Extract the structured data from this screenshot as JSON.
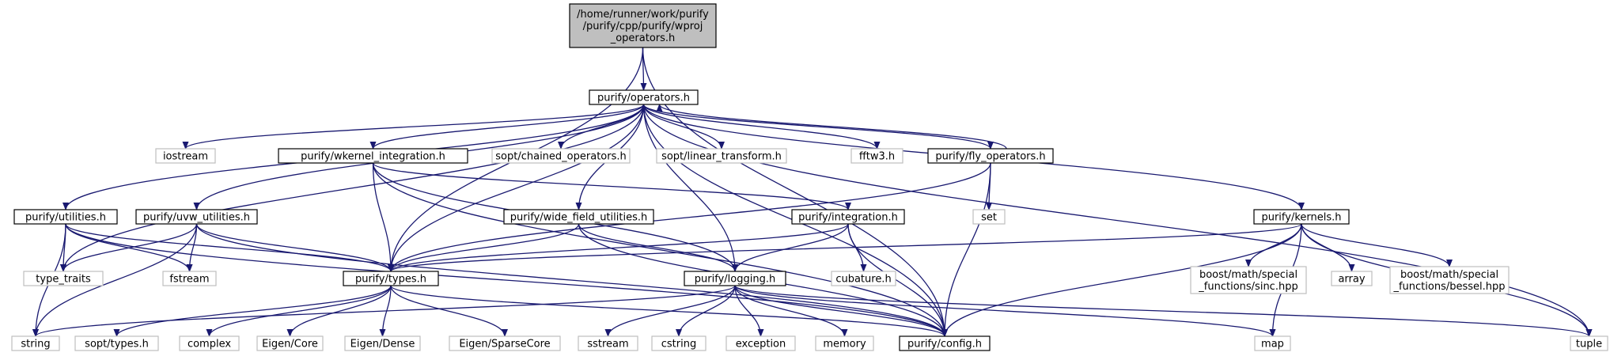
{
  "colors": {
    "edge": "#191970",
    "root_fill": "#bfbfbf",
    "root_border": "#000000",
    "linked_fill": "#ffffff",
    "linked_border": "#000000",
    "external_border": "#bfbfbf",
    "external_text": "#000000"
  },
  "nodes": [
    {
      "id": "root",
      "kind": "root",
      "lines": [
        "/home/runner/work/purify",
        "/purify/cpp/purify/wproj",
        "_operators.h"
      ]
    },
    {
      "id": "operators",
      "kind": "linked",
      "lines": [
        "purify/operators.h"
      ]
    },
    {
      "id": "iostream",
      "kind": "external",
      "lines": [
        "iostream"
      ]
    },
    {
      "id": "wkernel",
      "kind": "linked",
      "lines": [
        "purify/wkernel_integration.h"
      ]
    },
    {
      "id": "chained",
      "kind": "external",
      "lines": [
        "sopt/chained_operators.h"
      ]
    },
    {
      "id": "lintrans",
      "kind": "external",
      "lines": [
        "sopt/linear_transform.h"
      ]
    },
    {
      "id": "fftw3",
      "kind": "external",
      "lines": [
        "fftw3.h"
      ]
    },
    {
      "id": "fly",
      "kind": "linked",
      "lines": [
        "purify/fly_operators.h"
      ]
    },
    {
      "id": "set",
      "kind": "external",
      "lines": [
        "set"
      ]
    },
    {
      "id": "utilities",
      "kind": "linked",
      "lines": [
        "purify/utilities.h"
      ]
    },
    {
      "id": "uvw",
      "kind": "linked",
      "lines": [
        "purify/uvw_utilities.h"
      ]
    },
    {
      "id": "widefield",
      "kind": "linked",
      "lines": [
        "purify/wide_field_utilities.h"
      ]
    },
    {
      "id": "integration",
      "kind": "linked",
      "lines": [
        "purify/integration.h"
      ]
    },
    {
      "id": "kernels",
      "kind": "linked",
      "lines": [
        "purify/kernels.h"
      ]
    },
    {
      "id": "type_traits",
      "kind": "external",
      "lines": [
        "type_traits"
      ]
    },
    {
      "id": "fstream",
      "kind": "external",
      "lines": [
        "fstream"
      ]
    },
    {
      "id": "types",
      "kind": "linked",
      "lines": [
        "purify/types.h"
      ]
    },
    {
      "id": "logging",
      "kind": "linked",
      "lines": [
        "purify/logging.h"
      ]
    },
    {
      "id": "cubature",
      "kind": "external",
      "lines": [
        "cubature.h"
      ]
    },
    {
      "id": "sinc",
      "kind": "external",
      "lines": [
        "boost/math/special",
        "_functions/sinc.hpp"
      ]
    },
    {
      "id": "array",
      "kind": "external",
      "lines": [
        "array"
      ]
    },
    {
      "id": "bessel",
      "kind": "external",
      "lines": [
        "boost/math/special",
        "_functions/bessel.hpp"
      ]
    },
    {
      "id": "string",
      "kind": "external",
      "lines": [
        "string"
      ]
    },
    {
      "id": "sopttypes",
      "kind": "external",
      "lines": [
        "sopt/types.h"
      ]
    },
    {
      "id": "complex",
      "kind": "external",
      "lines": [
        "complex"
      ]
    },
    {
      "id": "eigencore",
      "kind": "external",
      "lines": [
        "Eigen/Core"
      ]
    },
    {
      "id": "eigendense",
      "kind": "external",
      "lines": [
        "Eigen/Dense"
      ]
    },
    {
      "id": "eigensparse",
      "kind": "external",
      "lines": [
        "Eigen/SparseCore"
      ]
    },
    {
      "id": "sstream",
      "kind": "external",
      "lines": [
        "sstream"
      ]
    },
    {
      "id": "cstring",
      "kind": "external",
      "lines": [
        "cstring"
      ]
    },
    {
      "id": "exception",
      "kind": "external",
      "lines": [
        "exception"
      ]
    },
    {
      "id": "memory",
      "kind": "external",
      "lines": [
        "memory"
      ]
    },
    {
      "id": "config",
      "kind": "linked",
      "lines": [
        "purify/config.h"
      ]
    },
    {
      "id": "map",
      "kind": "external",
      "lines": [
        "map"
      ]
    },
    {
      "id": "tuple",
      "kind": "external",
      "lines": [
        "tuple"
      ]
    }
  ],
  "edges": [
    {
      "from": "root",
      "to": "operators"
    },
    {
      "from": "root",
      "to": "types"
    },
    {
      "from": "root",
      "to": "config"
    },
    {
      "from": "operators",
      "to": "iostream"
    },
    {
      "from": "operators",
      "to": "wkernel"
    },
    {
      "from": "operators",
      "to": "chained"
    },
    {
      "from": "operators",
      "to": "lintrans"
    },
    {
      "from": "operators",
      "to": "fftw3"
    },
    {
      "from": "operators",
      "to": "fly"
    },
    {
      "from": "operators",
      "to": "utilities"
    },
    {
      "from": "operators",
      "to": "uvw"
    },
    {
      "from": "operators",
      "to": "widefield"
    },
    {
      "from": "operators",
      "to": "kernels"
    },
    {
      "from": "operators",
      "to": "type_traits"
    },
    {
      "from": "operators",
      "to": "types"
    },
    {
      "from": "operators",
      "to": "logging"
    },
    {
      "from": "operators",
      "to": "config"
    },
    {
      "from": "operators",
      "to": "tuple"
    },
    {
      "from": "fly",
      "to": "operators"
    },
    {
      "from": "fly",
      "to": "set"
    },
    {
      "from": "fly",
      "to": "types"
    },
    {
      "from": "fly",
      "to": "config"
    },
    {
      "from": "wkernel",
      "to": "types"
    },
    {
      "from": "wkernel",
      "to": "integration"
    },
    {
      "from": "wkernel",
      "to": "logging"
    },
    {
      "from": "wkernel",
      "to": "config"
    },
    {
      "from": "utilities",
      "to": "type_traits"
    },
    {
      "from": "utilities",
      "to": "fstream"
    },
    {
      "from": "utilities",
      "to": "types"
    },
    {
      "from": "utilities",
      "to": "string"
    },
    {
      "from": "utilities",
      "to": "config"
    },
    {
      "from": "uvw",
      "to": "type_traits"
    },
    {
      "from": "uvw",
      "to": "fstream"
    },
    {
      "from": "uvw",
      "to": "types"
    },
    {
      "from": "uvw",
      "to": "string"
    },
    {
      "from": "uvw",
      "to": "config"
    },
    {
      "from": "widefield",
      "to": "types"
    },
    {
      "from": "widefield",
      "to": "logging"
    },
    {
      "from": "widefield",
      "to": "config"
    },
    {
      "from": "integration",
      "to": "types"
    },
    {
      "from": "integration",
      "to": "logging"
    },
    {
      "from": "integration",
      "to": "cubature"
    },
    {
      "from": "integration",
      "to": "config"
    },
    {
      "from": "kernels",
      "to": "types"
    },
    {
      "from": "kernels",
      "to": "sinc"
    },
    {
      "from": "kernels",
      "to": "array"
    },
    {
      "from": "kernels",
      "to": "bessel"
    },
    {
      "from": "kernels",
      "to": "config"
    },
    {
      "from": "kernels",
      "to": "map"
    },
    {
      "from": "kernels",
      "to": "tuple"
    },
    {
      "from": "types",
      "to": "sopttypes"
    },
    {
      "from": "types",
      "to": "complex"
    },
    {
      "from": "types",
      "to": "eigencore"
    },
    {
      "from": "types",
      "to": "eigendense"
    },
    {
      "from": "types",
      "to": "eigensparse"
    },
    {
      "from": "types",
      "to": "config"
    },
    {
      "from": "logging",
      "to": "string"
    },
    {
      "from": "logging",
      "to": "sstream"
    },
    {
      "from": "logging",
      "to": "cstring"
    },
    {
      "from": "logging",
      "to": "exception"
    },
    {
      "from": "logging",
      "to": "memory"
    },
    {
      "from": "logging",
      "to": "config"
    },
    {
      "from": "logging",
      "to": "map"
    },
    {
      "from": "logging",
      "to": "tuple"
    }
  ]
}
